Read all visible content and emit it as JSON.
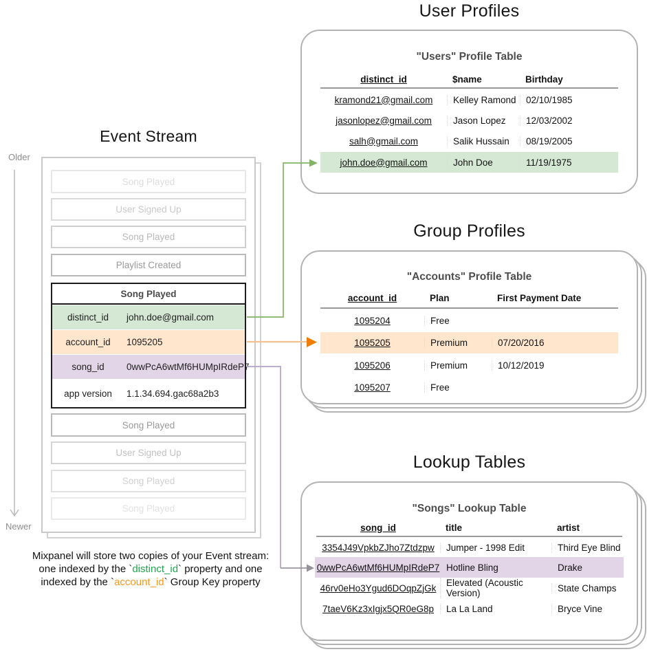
{
  "event_stream": {
    "title": "Event Stream",
    "older_label": "Older",
    "newer_label": "Newer",
    "events_before": [
      "Song Played",
      "User Signed Up",
      "Song Played",
      "Playlist Created"
    ],
    "expanded_event": {
      "title": "Song Played",
      "properties": [
        {
          "key": "distinct_id",
          "value": "john.doe@gmail.com",
          "highlight": "green"
        },
        {
          "key": "account_id",
          "value": "1095205",
          "highlight": "orange"
        },
        {
          "key": "song_id",
          "value": "0wwPcA6wtMf6HUMpIRdeP7",
          "highlight": "purple"
        },
        {
          "key": "app version",
          "value": "1.1.34.694.gac68a2b3",
          "highlight": "none"
        }
      ]
    },
    "events_after": [
      "Song Played",
      "User Signed Up",
      "Song Played",
      "Song Played"
    ]
  },
  "caption": {
    "line1": "Mixpanel will store two copies of your Event stream:",
    "line2_pre": "one indexed by the `",
    "line2_code": "distinct_id",
    "line2_post": "` property and one",
    "line3_pre": "indexed by the `",
    "line3_code": "account_id",
    "line3_post": "` Group Key property"
  },
  "user_profiles": {
    "section_title": "User Profiles",
    "table_title": "\"Users\" Profile Table",
    "columns": [
      "distinct_id",
      "$name",
      "Birthday"
    ],
    "rows": [
      [
        "kramond21@gmail.com",
        "Kelley Ramond",
        "02/10/1985"
      ],
      [
        "jasonlopez@gmail.com",
        "Jason Lopez",
        "12/03/2002"
      ],
      [
        "salh@gmail.com",
        "Salik Hussain",
        "08/19/2005"
      ],
      [
        "john.doe@gmail.com",
        "John Doe",
        "11/19/1975"
      ]
    ],
    "highlighted_row": 3
  },
  "group_profiles": {
    "section_title": "Group Profiles",
    "table_title": "\"Accounts\" Profile Table",
    "columns": [
      "account_id",
      "Plan",
      "First Payment Date"
    ],
    "rows": [
      [
        "1095204",
        "Free",
        ""
      ],
      [
        "1095205",
        "Premium",
        "07/20/2016"
      ],
      [
        "1095206",
        "Premium",
        "10/12/2019"
      ],
      [
        "1095207",
        "Free",
        ""
      ]
    ],
    "highlighted_row": 1
  },
  "lookup_tables": {
    "section_title": "Lookup Tables",
    "table_title": "\"Songs\" Lookup Table",
    "columns": [
      "song_id",
      "title",
      "artist"
    ],
    "rows": [
      [
        "3354J49VpkbZJho7Ztdzpw",
        "Jumper - 1998 Edit",
        "Third Eye Blind"
      ],
      [
        "0wwPcA6wtMf6HUMpIRdeP7",
        "Hotline Bling",
        "Drake"
      ],
      [
        "46rv0eHo3Ygud6DOqpZjGk",
        "Elevated (Acoustic Version)",
        "State Champs"
      ],
      [
        "7taeV6Kz3xIgjx5QR0eG8p",
        "La La Land",
        "Bryce Vine"
      ]
    ],
    "highlighted_row": 1
  },
  "colors": {
    "green_highlight": "#d5e8d4",
    "orange_highlight": "#ffe6cc",
    "purple_highlight": "#e1d5e7",
    "green_arrow": "#82b366",
    "orange_arrow_line": "#f2c18d",
    "orange_arrow_head": "#f07d05",
    "purple_arrow_line": "#b3a2c7",
    "purple_arrow_head": "#96939b",
    "caption_green": "#1ea74e",
    "caption_orange": "#f8991d",
    "card_border": "#b3b3b3"
  }
}
